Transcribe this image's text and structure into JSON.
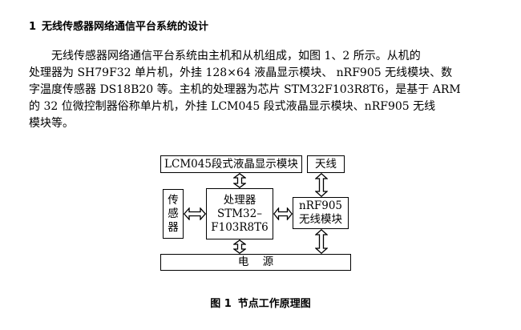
{
  "section": {
    "number": "1",
    "title": "无线传感器网络通信平台系统的设计"
  },
  "paragraph": {
    "lines": [
      "无线传感器网络通信平台系统由主机和从机组成，如图 1、2 所示。从机的",
      "处理器为 SH79F32 单片机，外挂 128×64 液晶显示模块、 nRF905 无线模块、数",
      "字温度传感器 DS18B20 等。主机的处理器为芯片 STM32F103R8T6，是基于 ARM",
      "的 32 位微控制器俗称单片机，外挂 LCM045 段式液晶显示模块、nRF905 无线",
      "模块等。"
    ]
  },
  "diagram": {
    "lcd": "LCM045段式液晶显示模块",
    "antenna": "天线",
    "sensor": [
      "传",
      "感",
      "器"
    ],
    "mcu": [
      "处理器",
      "STM32–",
      "F103R8T6"
    ],
    "rf": [
      "nRF905",
      "无线模块"
    ],
    "power": "电    源"
  },
  "caption": {
    "number": "图 1",
    "title": "节点工作原理图"
  }
}
